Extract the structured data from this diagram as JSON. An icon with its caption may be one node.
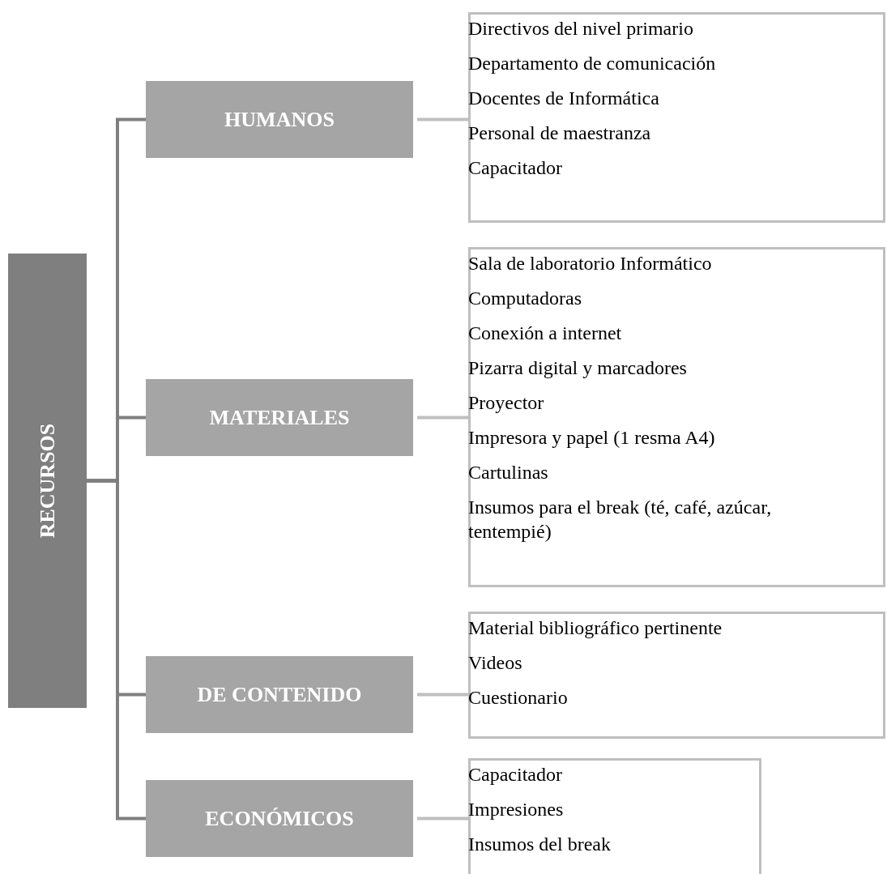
{
  "diagram": {
    "nodes": [
      {
        "text": [
          "RECURSOS"
        ]
      },
      {
        "text": [
          "HUMANOS"
        ]
      },
      {
        "text": [
          "Directivos del nivel primario",
          "Departamento de comunicación",
          "Docentes de Informática",
          "Personal de maestranza",
          "Capacitador"
        ]
      },
      {
        "text": [
          "MATERIALES"
        ]
      },
      {
        "text": [
          "Sala de laboratorio Informático",
          "Computadoras",
          "Conexión a internet",
          "Pizarra digital y marcadores",
          "Proyector",
          "Impresora y papel (1 resma A4)",
          "Cartulinas",
          "Insumos para el break (té, café, azúcar, tentempié)"
        ]
      },
      {
        "text": [
          "DE CONTENIDO"
        ]
      },
      {
        "text": [
          "Material bibliográfico pertinente",
          "Videos",
          "Cuestionario"
        ]
      },
      {
        "text": [
          "ECONÓMICOS"
        ]
      },
      {
        "text": [
          "Capacitador",
          "Impresiones",
          "Insumos del break"
        ]
      }
    ],
    "edges": [
      {
        "from": 0,
        "to": 1,
        "arrow": "none",
        "color": "#7f7f7f"
      },
      {
        "from": 0,
        "to": 3,
        "arrow": "none",
        "color": "#7f7f7f"
      },
      {
        "from": 0,
        "to": 5,
        "arrow": "none",
        "color": "#7f7f7f"
      },
      {
        "from": 0,
        "to": 7,
        "arrow": "none",
        "color": "#7f7f7f"
      },
      {
        "from": 1,
        "to": 2,
        "arrow": "none",
        "color": "#bfbfbf"
      },
      {
        "from": 3,
        "to": 4,
        "arrow": "none",
        "color": "#bfbfbf"
      },
      {
        "from": 5,
        "to": 6,
        "arrow": "none",
        "color": "#bfbfbf"
      },
      {
        "from": 7,
        "to": 8,
        "arrow": "none",
        "color": "#bfbfbf"
      }
    ]
  }
}
